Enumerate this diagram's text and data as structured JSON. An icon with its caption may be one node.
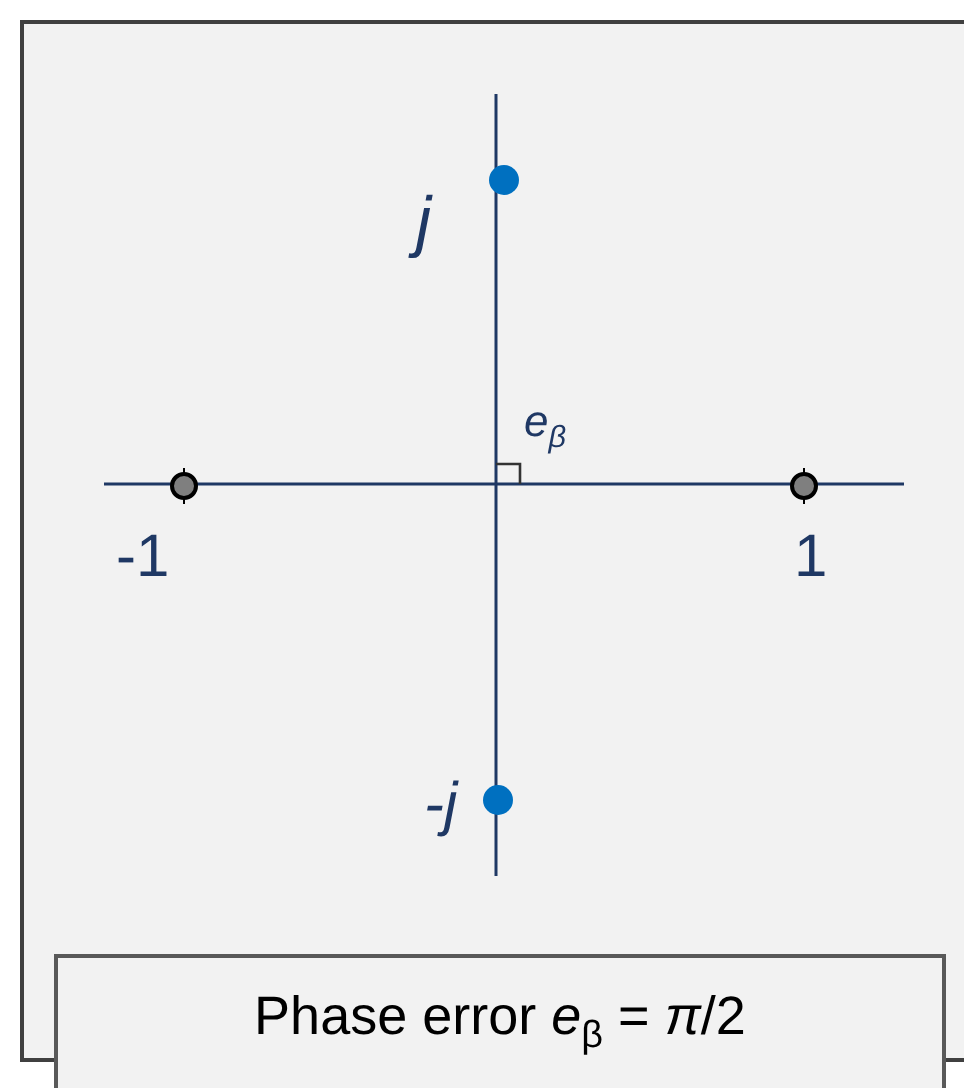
{
  "diagram": {
    "nodes": [
      {
        "text": [
          "Phase error *e*$_{β}$ = *π*/2"
        ]
      }
    ],
    "labels": [
      "j",
      "e$_{β}$",
      "-1",
      "1",
      "-j"
    ]
  }
}
